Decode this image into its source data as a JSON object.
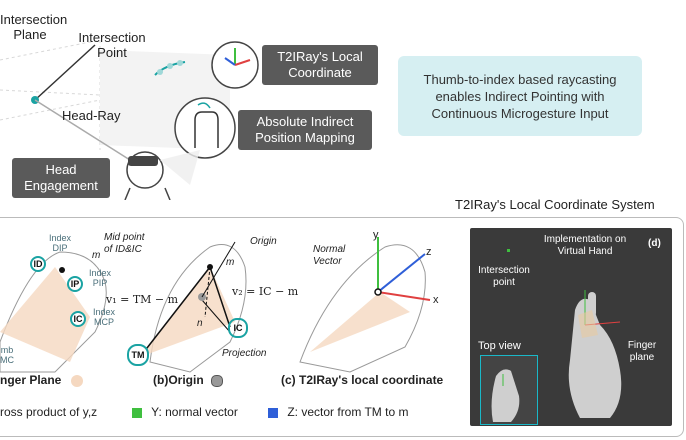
{
  "top": {
    "intersection_plane": "Intersection\nPlane",
    "intersection_point": "Intersection\nPoint",
    "head_ray": "Head-Ray",
    "head_engagement": "Head\nEngagement",
    "local_coordinate": "T2IRay's  Local\nCoordinate",
    "position_mapping": "Absolute Indirect\nPosition Mapping",
    "summary": "Thumb-to-index based raycasting\nenables Indirect Pointing with\nContinuous Microgesture Input"
  },
  "section_title": "T2IRay's  Local Coordinate System",
  "panel_a": {
    "index_dip": "Index\nDIP",
    "index_pip": "Index\nPIP",
    "index_mcp": "Index\nMCP",
    "thumb_cmc": "mb\nMC",
    "id": "ID",
    "ip": "IP",
    "ic": "IC",
    "m": "m",
    "midpoint": "Mid point\nof ID&IC",
    "caption": "nger Plane"
  },
  "panel_b": {
    "origin": "Origin",
    "m": "m",
    "n": "n",
    "ic": "IC",
    "tm": "TM",
    "v1": "v₁ = TM − m",
    "v2": "v₂ = IC − m",
    "projection": "Projection",
    "caption": "(b)Origin"
  },
  "panel_c": {
    "normal_vector": "Normal\nVector",
    "y": "y",
    "z": "z",
    "x": "x",
    "caption": "(c) T2IRay's local coordinate"
  },
  "panel_d": {
    "title": "Implementation on\nVirtual Hand",
    "tag": "(d)",
    "intersection_point": "Intersection\npoint",
    "finger_plane": "Finger\nplane",
    "top_view": "Top view"
  },
  "legend": {
    "cross": "ross product of y,z",
    "y": "Y: normal vector",
    "z": "Z: vector from TM to m"
  },
  "colors": {
    "teal": "#1aa3a3",
    "summary_bg": "#d6eff2",
    "y_green": "#3fbf3f",
    "z_blue": "#2f5fd8",
    "x_red": "#e04040",
    "skin": "#f5d8c0"
  }
}
